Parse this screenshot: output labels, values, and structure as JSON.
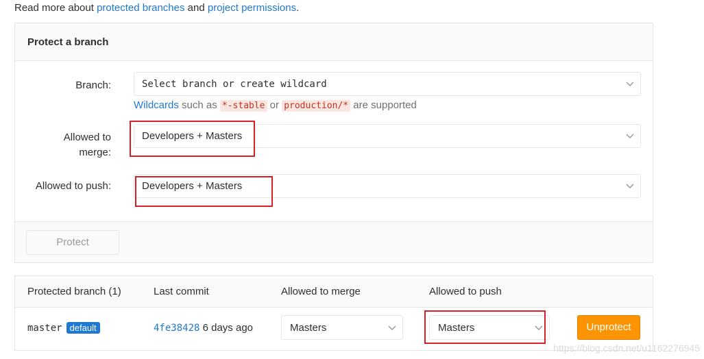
{
  "intro": {
    "prefix": "Read more about ",
    "link1": "protected branches",
    "mid": " and ",
    "link2": "project permissions",
    "suffix": "."
  },
  "form": {
    "title": "Protect a branch",
    "branch_label": "Branch:",
    "branch_placeholder": "Select branch or create wildcard",
    "help": {
      "link": "Wildcards",
      "text1": " such as ",
      "code1": "*-stable",
      "text2": " or ",
      "code2": "production/*",
      "text3": " are supported"
    },
    "merge_label_line1": "Allowed to",
    "merge_label_line2": "merge:",
    "merge_value": "Developers + Masters",
    "push_label": "Allowed to push:",
    "push_value": "Developers + Masters",
    "protect_button": "Protect"
  },
  "table": {
    "headers": [
      "Protected branch (1)",
      "Last commit",
      "Allowed to merge",
      "Allowed to push"
    ],
    "rows": [
      {
        "branch": "master",
        "badge": "default",
        "commit_sha": "4fe38428",
        "commit_age": "6 days ago",
        "merge": "Masters",
        "push": "Masters",
        "action": "Unprotect"
      }
    ]
  },
  "watermark": "https://blog.csdn.net/u1162276945",
  "colors": {
    "link": "#1f78d1",
    "highlight": "#d61f26",
    "unprotect": "#fc9403",
    "badge": "#1f78d1"
  }
}
